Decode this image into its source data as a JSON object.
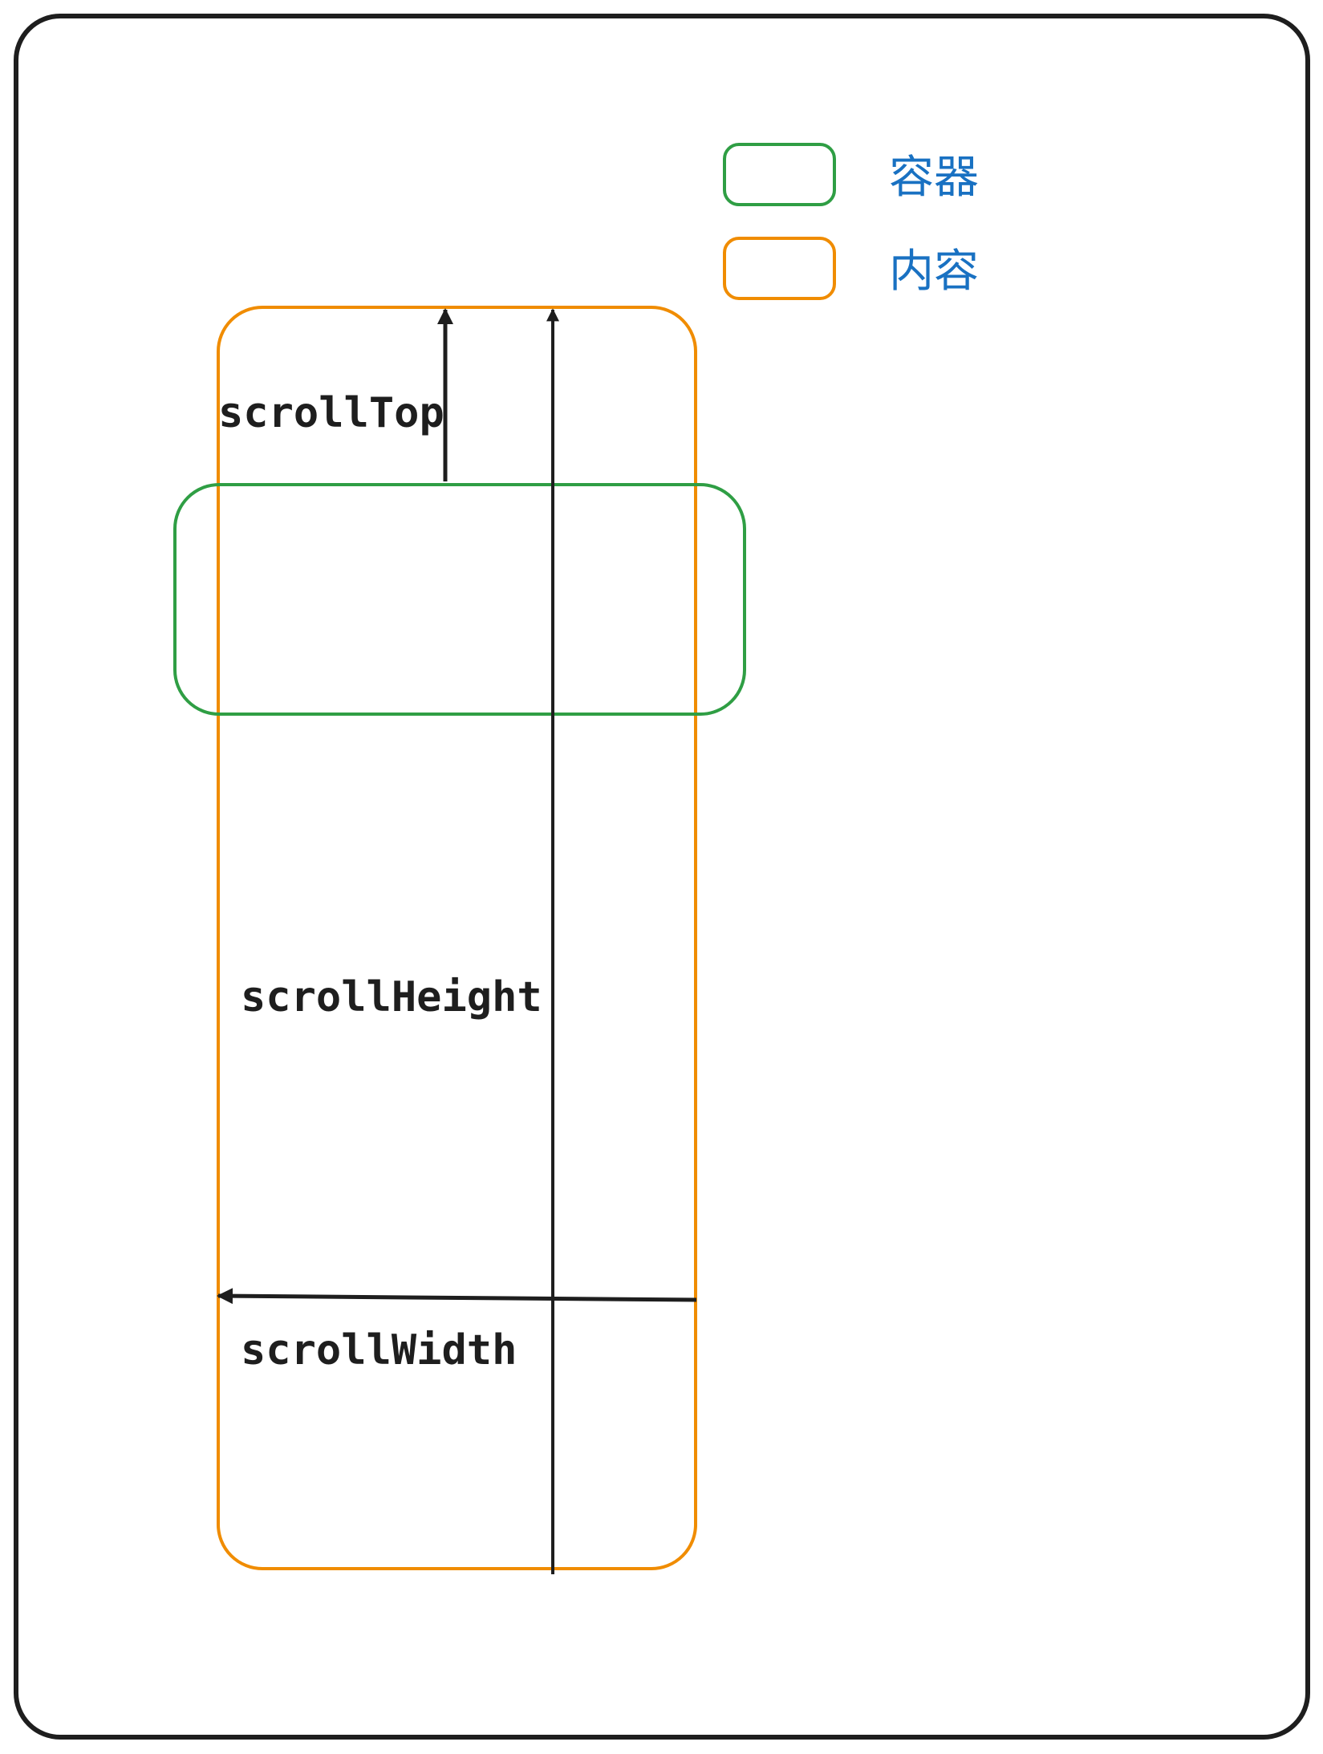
{
  "legend": {
    "container_label": "容器",
    "content_label": "内容"
  },
  "labels": {
    "scroll_top": "scrollTop",
    "scroll_height": "scrollHeight",
    "scroll_width": "scrollWidth"
  },
  "colors": {
    "container": "#2f9e44",
    "content": "#f08c00",
    "arrow": "#1e1e1e",
    "frame": "#1e1e1e",
    "legend_text": "#1971c2"
  }
}
